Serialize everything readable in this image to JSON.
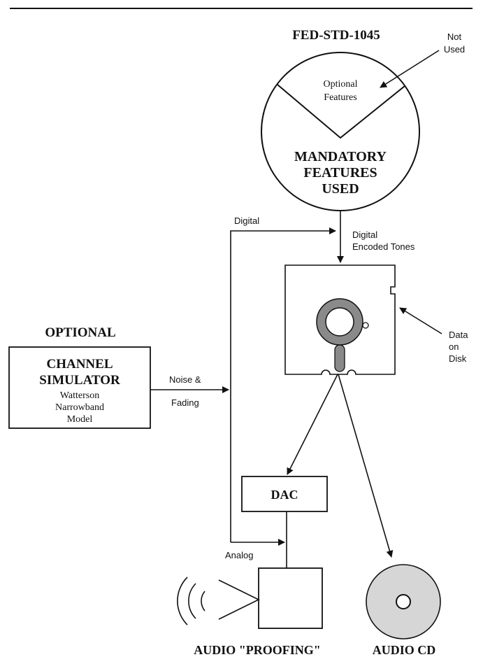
{
  "standard_title": "FED-STD-1045",
  "not_used_label": [
    "Not",
    "Used"
  ],
  "optional_features": [
    "Optional",
    "Features"
  ],
  "mandatory_features": [
    "MANDATORY",
    "FEATURES",
    "USED"
  ],
  "digital_label": "Digital",
  "digital_encoded_tones": [
    "Digital",
    "Encoded Tones"
  ],
  "data_on_disk": [
    "Data",
    "on",
    "Disk"
  ],
  "optional_heading": "OPTIONAL",
  "channel_simulator": {
    "title_lines": [
      "CHANNEL",
      "SIMULATOR"
    ],
    "model_lines": [
      "Watterson",
      "Narrowband",
      "Model"
    ]
  },
  "noise_fading": [
    "Noise &",
    "Fading"
  ],
  "dac_label": "DAC",
  "analog_label": "Analog",
  "audio_proofing_label": "AUDIO \"PROOFING\"",
  "audio_cd_label": "AUDIO CD",
  "colors": {
    "line": "#111111",
    "hub_gray": "#8a8a8a",
    "cd_gray": "#d6d6d6"
  }
}
